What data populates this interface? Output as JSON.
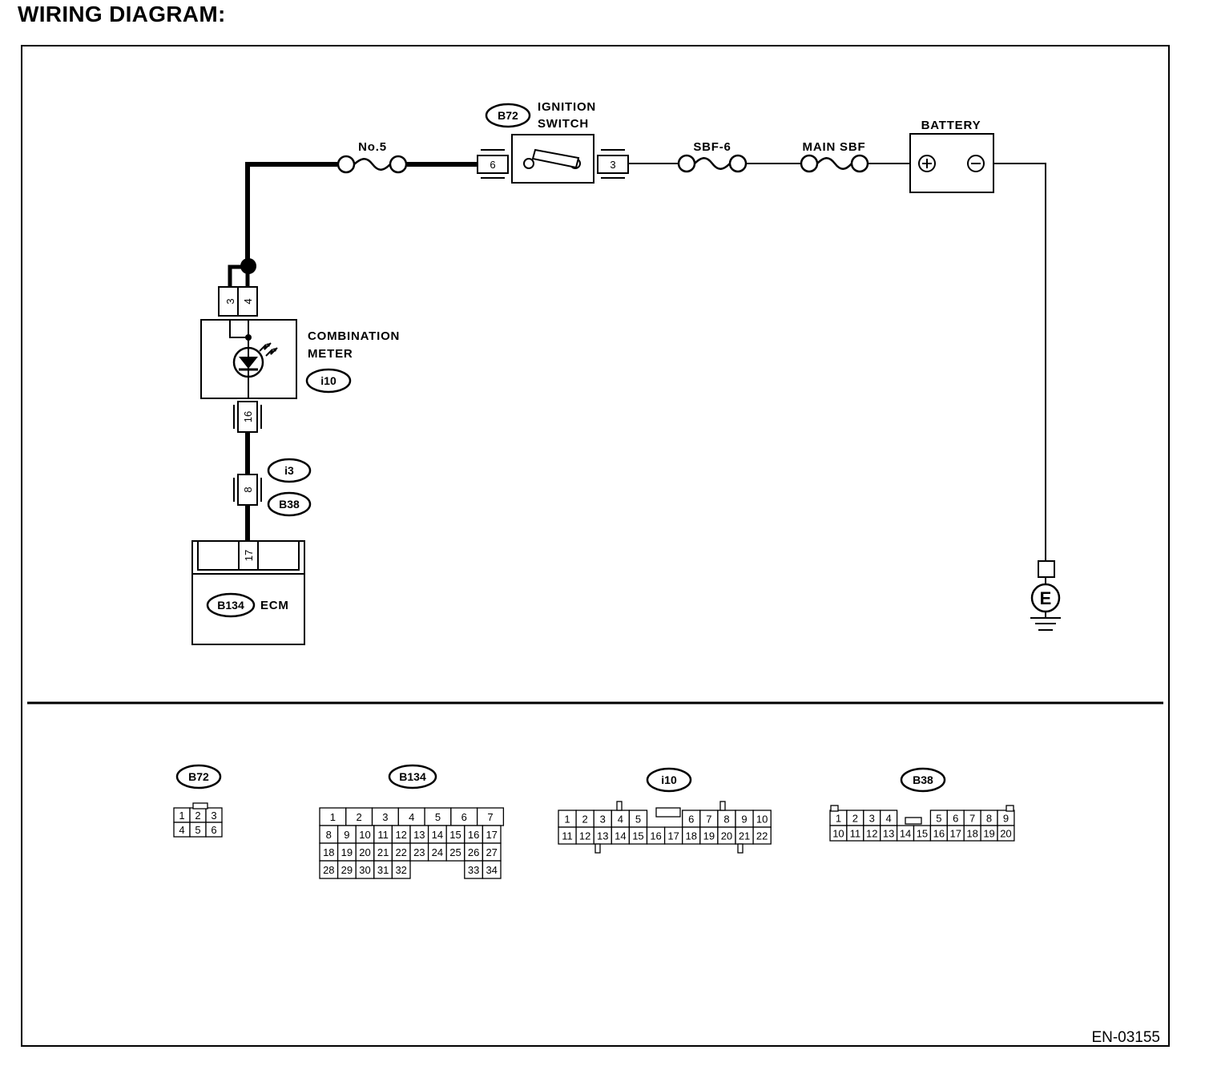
{
  "title": "WIRING DIAGRAM:",
  "figure_code": "EN-03155",
  "components": {
    "ignition_switch": {
      "label_line1": "IGNITION",
      "label_line2": "SWITCH",
      "connector": "B72",
      "pin_in": "6",
      "pin_out": "3"
    },
    "fuse_no5": {
      "label": "No.5"
    },
    "fuse_sbf6": {
      "label": "SBF-6"
    },
    "fuse_main_sbf": {
      "label": "MAIN SBF"
    },
    "battery": {
      "label": "BATTERY"
    },
    "combination_meter": {
      "label_line1": "COMBINATION",
      "label_line2": "METER",
      "connector": "i10",
      "pin_a": "3",
      "pin_b": "4",
      "pin_out": "16"
    },
    "inline_connector": {
      "connector_a": "i3",
      "connector_b": "B38",
      "pin": "8"
    },
    "ecm": {
      "label": "ECM",
      "connector": "B134",
      "pin": "17"
    },
    "ground": {
      "label": "E"
    }
  },
  "connector_faces": {
    "B72": {
      "name": "B72",
      "rows": [
        [
          "1",
          "2",
          "3"
        ],
        [
          "4",
          "5",
          "6"
        ]
      ]
    },
    "B134": {
      "name": "B134",
      "rows": [
        [
          "1",
          "2",
          "3",
          "4",
          "5",
          "6",
          "7"
        ],
        [
          "8",
          "9",
          "10",
          "11",
          "12",
          "13",
          "14",
          "15",
          "16",
          "17"
        ],
        [
          "18",
          "19",
          "20",
          "21",
          "22",
          "23",
          "24",
          "25",
          "26",
          "27"
        ],
        [
          "28",
          "29",
          "30",
          "31",
          "32",
          "33",
          "34"
        ]
      ]
    },
    "i10": {
      "name": "i10",
      "rows": [
        [
          "1",
          "2",
          "3",
          "4",
          "5",
          "6",
          "7",
          "8",
          "9",
          "10"
        ],
        [
          "11",
          "12",
          "13",
          "14",
          "15",
          "16",
          "17",
          "18",
          "19",
          "20",
          "21",
          "22"
        ]
      ]
    },
    "B38": {
      "name": "B38",
      "rows": [
        [
          "1",
          "2",
          "3",
          "4",
          "5",
          "6",
          "7",
          "8",
          "9"
        ],
        [
          "10",
          "11",
          "12",
          "13",
          "14",
          "15",
          "16",
          "17",
          "18",
          "19",
          "20"
        ]
      ]
    }
  }
}
